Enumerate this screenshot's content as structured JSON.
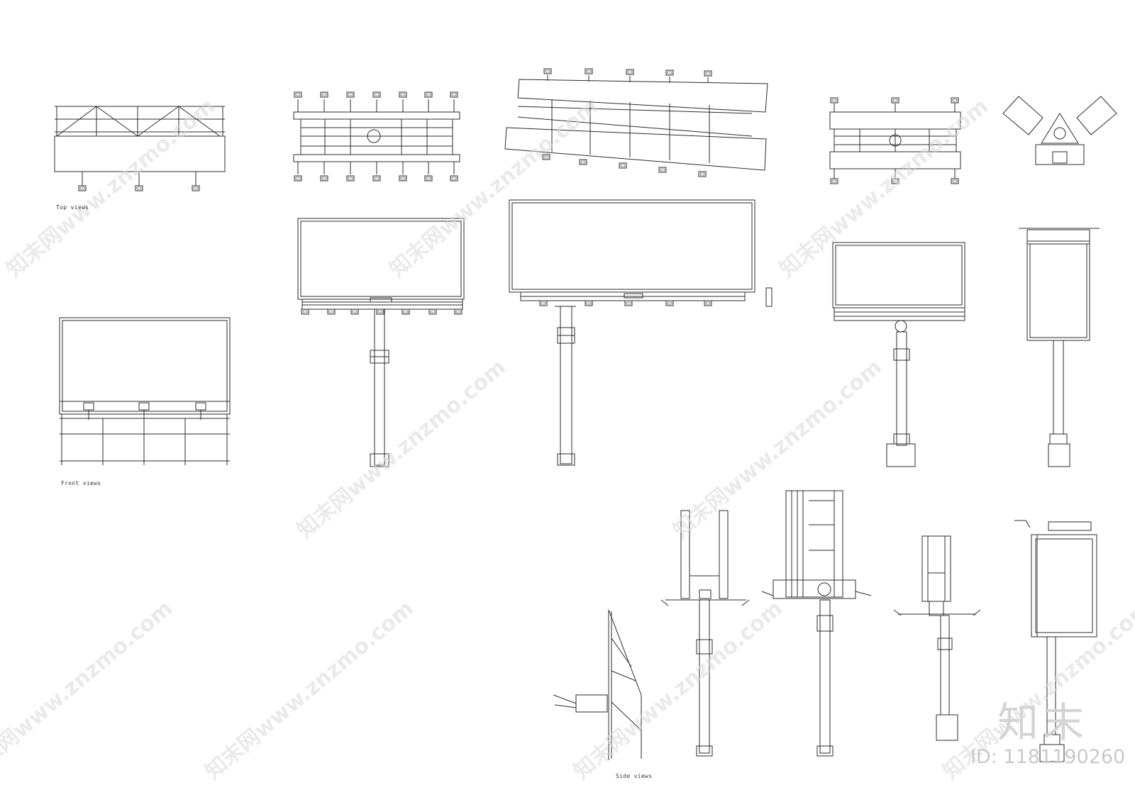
{
  "labels": {
    "top_views": "Top views",
    "front_views": "Front views",
    "side_views": "Side views"
  },
  "watermark": {
    "brand_cn": "知末",
    "id_text": "ID: 1181190260",
    "repeated_text": "知末网www.znzmo.com"
  },
  "colors": {
    "line": "#2b2b2b",
    "watermark": "#d6d6d6",
    "background": "#ffffff"
  }
}
